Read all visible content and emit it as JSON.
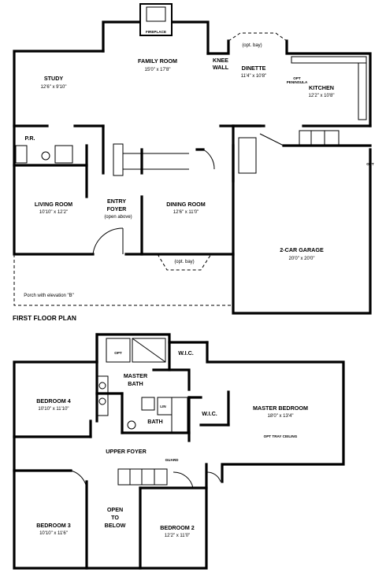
{
  "first_floor": {
    "heading": "FIRST FLOOR PLAN",
    "fireplace": "FIREPLACE",
    "family_room": {
      "name": "FAMILY ROOM",
      "dims": "15'0\" x 17'8\""
    },
    "opt_bay_top": "(opt. bay)",
    "knee_wall": [
      "KNEE",
      "WALL"
    ],
    "dinette": {
      "name": "DINETTE",
      "dims": "11'4\" x 10'8\""
    },
    "opt_peninsula": [
      "OPT",
      "PENINSULA"
    ],
    "kitchen": {
      "name": "KITCHEN",
      "dims": "12'2\" x 10'8\""
    },
    "study": {
      "name": "STUDY",
      "dims": "12'6\" x 9'10\""
    },
    "powder_room": "P.R.",
    "living_room": {
      "name": "LIVING ROOM",
      "dims": "10'10\" x 12'2\""
    },
    "entry_foyer": [
      "ENTRY",
      "FOYER",
      "(open above)"
    ],
    "dining_room": {
      "name": "DINING ROOM",
      "dims": "12'6\" x 11'0\""
    },
    "opt_bay_dining": "(opt. bay)",
    "opt_garage": "OPT",
    "garage": {
      "name": "2-CAR GARAGE",
      "dims": "20'0\" x 20'0\""
    },
    "porch": "Porch with elevation \"B\""
  },
  "second_floor": {
    "opt_tub": "OPT",
    "wic_master": "W.I.C.",
    "master_bath": [
      "MASTER",
      "BATH"
    ],
    "lin": "LIN",
    "bath": "BATH",
    "wic_bedroom": "W.I.C.",
    "bedroom4": {
      "name": "BEDROOM 4",
      "dims": "10'10\" x 11'10\""
    },
    "master_bedroom": {
      "name": "MASTER BEDROOM",
      "dims": "18'0\" x 13'4\""
    },
    "opt_tray": "OPT TRAY CEILING",
    "upper_foyer": "UPPER FOYER",
    "guard": "GUARD",
    "open_to_below": [
      "OPEN",
      "TO",
      "BELOW"
    ],
    "bedroom3": {
      "name": "BEDROOM 3",
      "dims": "10'10\" x 11'6\""
    },
    "bedroom2": {
      "name": "BEDROOM 2",
      "dims": "12'2\" x 11'0\""
    }
  }
}
